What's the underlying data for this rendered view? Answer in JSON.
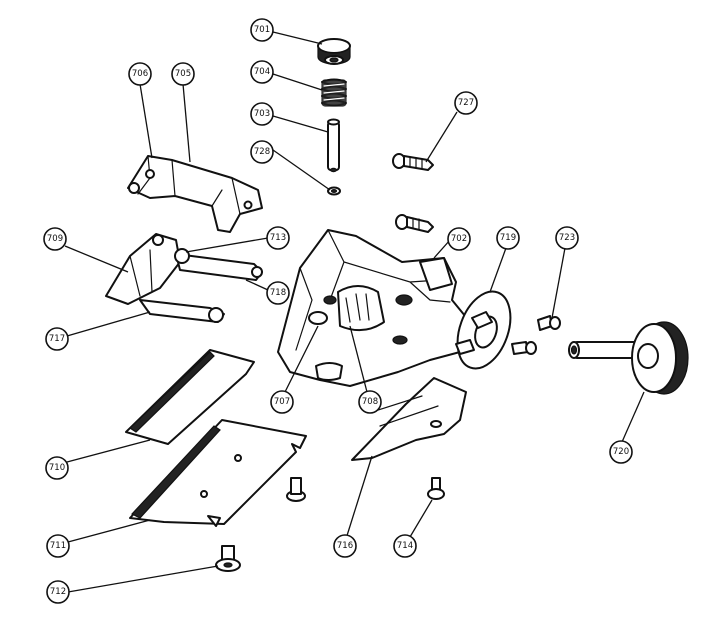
{
  "callouts": [
    {
      "id": "701",
      "label": "701"
    },
    {
      "id": "704",
      "label": "704"
    },
    {
      "id": "703",
      "label": "703"
    },
    {
      "id": "728",
      "label": "728"
    },
    {
      "id": "706",
      "label": "706"
    },
    {
      "id": "705",
      "label": "705"
    },
    {
      "id": "727",
      "label": "727"
    },
    {
      "id": "709",
      "label": "709"
    },
    {
      "id": "713",
      "label": "713"
    },
    {
      "id": "718",
      "label": "718"
    },
    {
      "id": "702",
      "label": "702"
    },
    {
      "id": "719",
      "label": "719"
    },
    {
      "id": "723",
      "label": "723"
    },
    {
      "id": "717",
      "label": "717"
    },
    {
      "id": "707",
      "label": "707"
    },
    {
      "id": "708",
      "label": "708"
    },
    {
      "id": "720",
      "label": "720"
    },
    {
      "id": "710",
      "label": "710"
    },
    {
      "id": "711",
      "label": "711"
    },
    {
      "id": "716",
      "label": "716"
    },
    {
      "id": "714",
      "label": "714"
    },
    {
      "id": "712",
      "label": "712"
    }
  ]
}
